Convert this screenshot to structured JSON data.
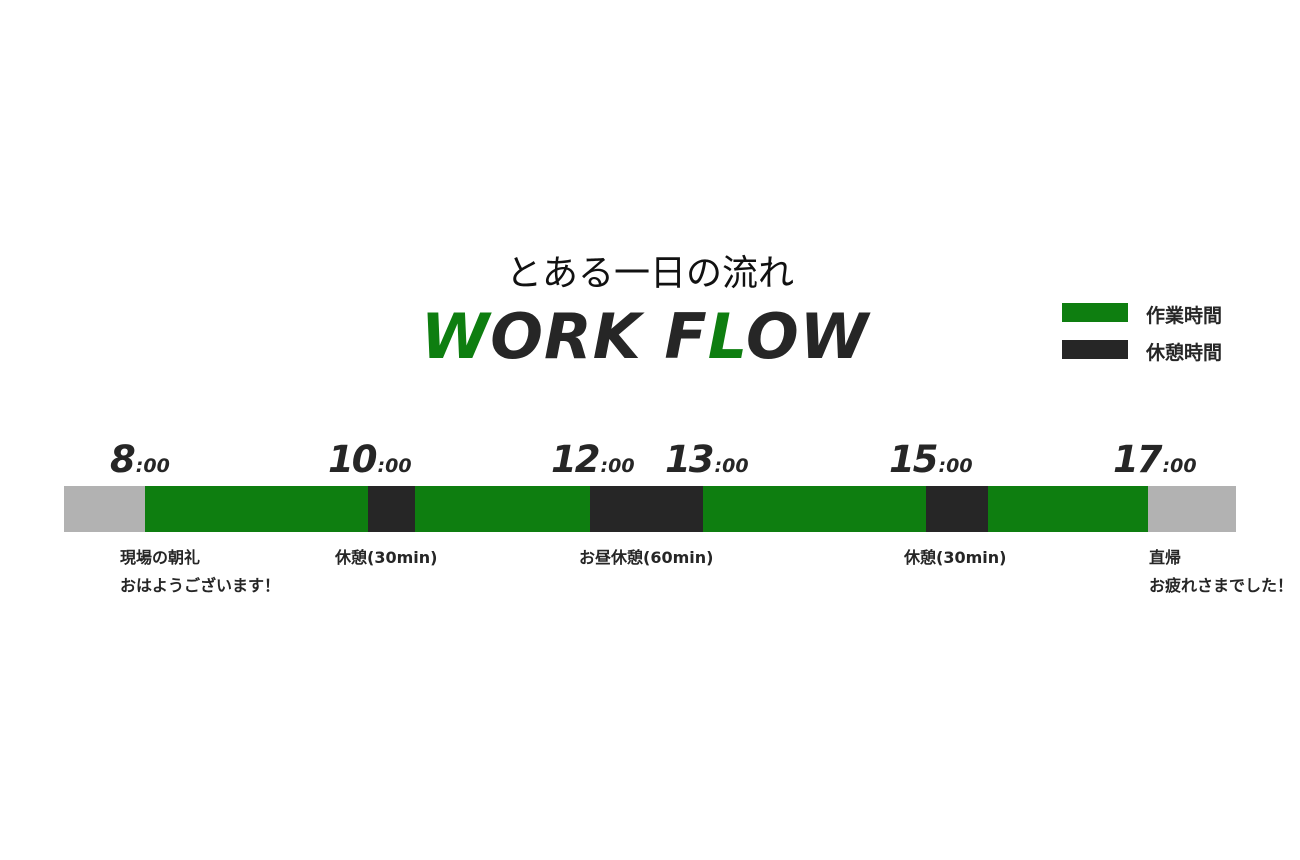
{
  "header": {
    "subtitle": "とある一日の流れ",
    "title_parts": [
      "W",
      "ORK ",
      "F",
      "L",
      "OW"
    ]
  },
  "colors": {
    "work": "#0e7e10",
    "break": "#262626",
    "off": "#b2b2b2",
    "text": "#262626"
  },
  "legend": [
    {
      "label": "作業時間",
      "kind": "work"
    },
    {
      "label": "休憩時間",
      "kind": "break"
    }
  ],
  "timeline": {
    "segments": [
      {
        "kind": "off"
      },
      {
        "kind": "work"
      },
      {
        "kind": "break"
      },
      {
        "kind": "work"
      },
      {
        "kind": "break"
      },
      {
        "kind": "work"
      },
      {
        "kind": "break"
      },
      {
        "kind": "work"
      },
      {
        "kind": "off"
      }
    ],
    "times": [
      {
        "hour": "8",
        "minute": ":00"
      },
      {
        "hour": "10",
        "minute": ":00"
      },
      {
        "hour": "12",
        "minute": ":00"
      },
      {
        "hour": "13",
        "minute": ":00"
      },
      {
        "hour": "15",
        "minute": ":00"
      },
      {
        "hour": "17",
        "minute": ":00"
      }
    ],
    "events": [
      {
        "line1": "現場の朝礼",
        "line2": "おはようございます！"
      },
      {
        "line1": "休憩(30min)",
        "line2": ""
      },
      {
        "line1": "お昼休憩(60min)",
        "line2": ""
      },
      {
        "line1": "休憩(30min)",
        "line2": ""
      },
      {
        "line1": "直帰",
        "line2": "お疲れさまでした！"
      }
    ]
  }
}
